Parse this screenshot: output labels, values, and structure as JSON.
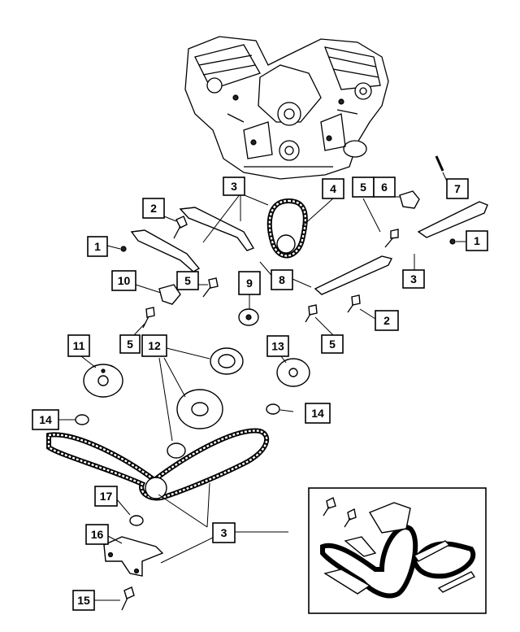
{
  "callouts": [
    {
      "id": "c3a",
      "label": "3"
    },
    {
      "id": "c4",
      "label": "4"
    },
    {
      "id": "c5a",
      "label": "5"
    },
    {
      "id": "c6",
      "label": "6"
    },
    {
      "id": "c7",
      "label": "7"
    },
    {
      "id": "c2a",
      "label": "2"
    },
    {
      "id": "c1a",
      "label": "1"
    },
    {
      "id": "c1b",
      "label": "1"
    },
    {
      "id": "c10",
      "label": "10"
    },
    {
      "id": "c5b",
      "label": "5"
    },
    {
      "id": "c9",
      "label": "9"
    },
    {
      "id": "c8",
      "label": "8"
    },
    {
      "id": "c3b",
      "label": "3"
    },
    {
      "id": "c2b",
      "label": "2"
    },
    {
      "id": "c5c",
      "label": "5"
    },
    {
      "id": "c5d",
      "label": "5"
    },
    {
      "id": "c11",
      "label": "11"
    },
    {
      "id": "c12",
      "label": "12"
    },
    {
      "id": "c13",
      "label": "13"
    },
    {
      "id": "c14a",
      "label": "14"
    },
    {
      "id": "c14b",
      "label": "14"
    },
    {
      "id": "c17",
      "label": "17"
    },
    {
      "id": "c16",
      "label": "16"
    },
    {
      "id": "c3c",
      "label": "3"
    },
    {
      "id": "c15",
      "label": "15"
    }
  ]
}
